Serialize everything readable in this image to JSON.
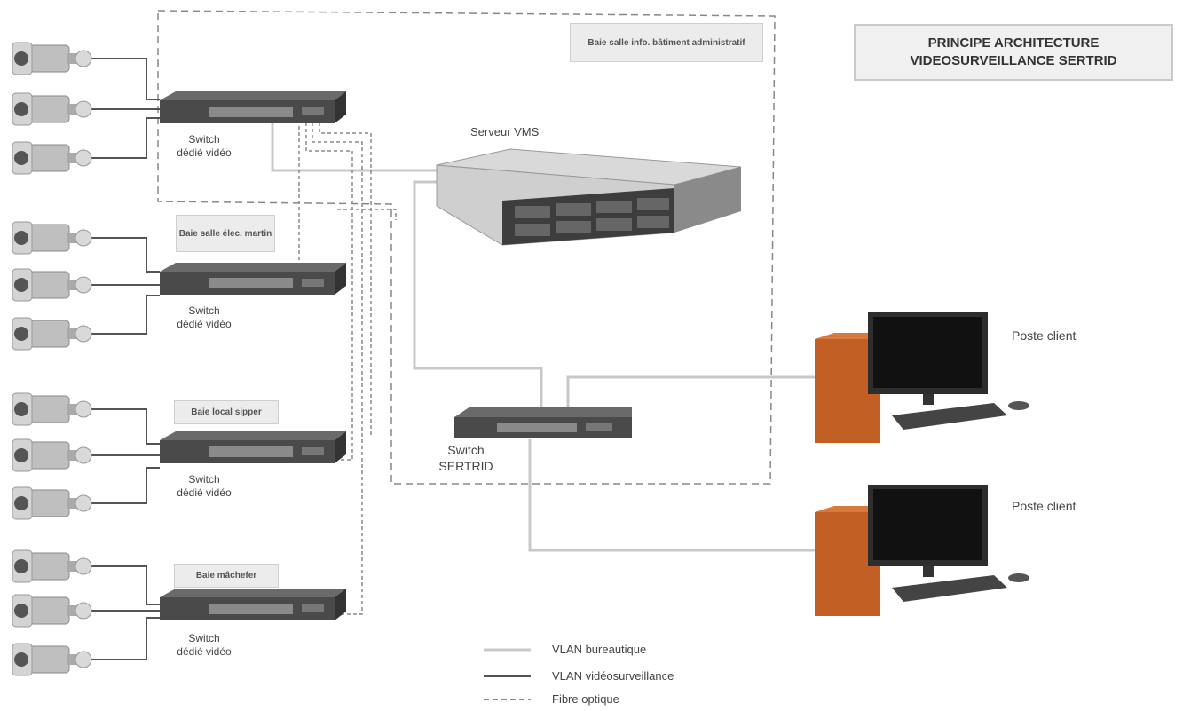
{
  "title": {
    "line1": "PRINCIPE ARCHITECTURE",
    "line2": "VIDEOSURVEILLANCE SERTRID"
  },
  "racks": {
    "r1": "Baie salle info. bâtiment administratif",
    "r2": "Baie salle élec. martin",
    "r3": "Baie local sipper",
    "r4": "Baie mâchefer"
  },
  "switches": {
    "video_l1": "Switch",
    "video_l2": "dédié vidéo",
    "sertrid_l1": "Switch",
    "sertrid_l2": "SERTRID"
  },
  "server": "Serveur VMS",
  "clients": {
    "c1": "Poste client",
    "c2": "Poste client"
  },
  "legend": {
    "office": "VLAN bureautique",
    "video": "VLAN vidéosurveillance",
    "fiber": "Fibre optique"
  },
  "colors": {
    "office_line": "#c8c8c8",
    "video_line": "#555555",
    "fiber_line": "#8a8a8a",
    "device": "#4a4a4a"
  }
}
